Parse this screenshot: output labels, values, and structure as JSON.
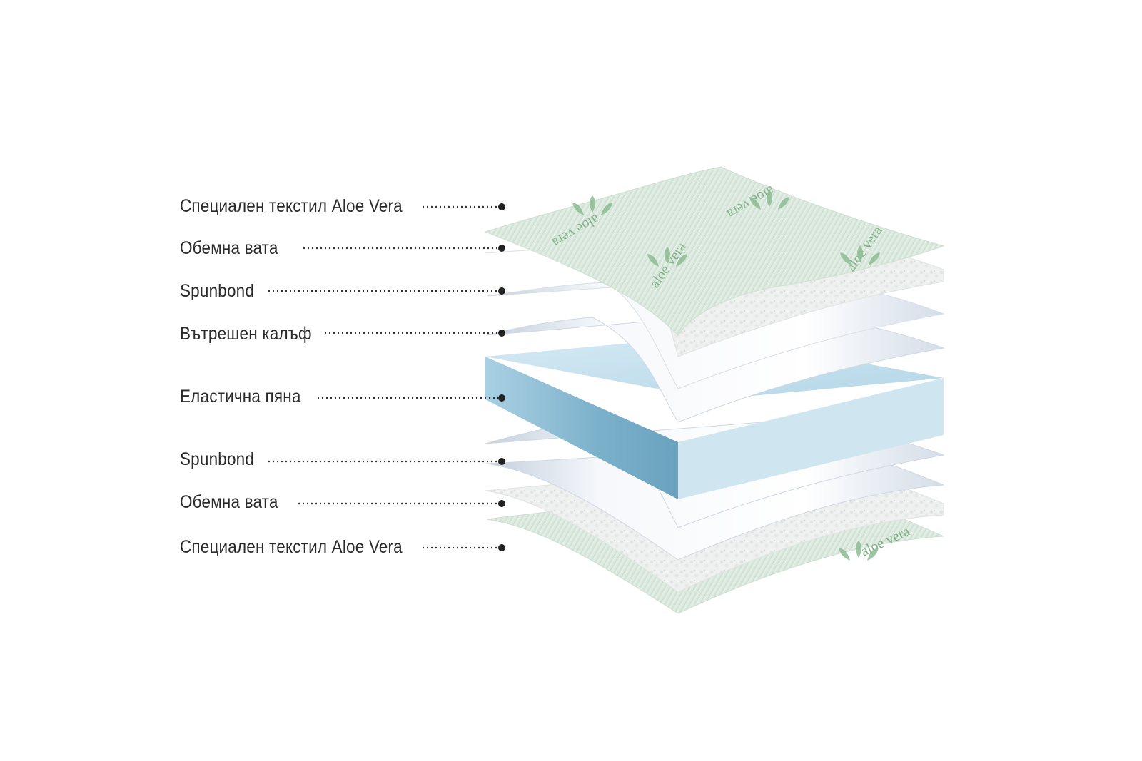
{
  "layers": [
    {
      "label": "Специален текстил Aloe Vera",
      "kind": "aloe-textile",
      "logo": "aloe vera"
    },
    {
      "label": "Обемна вата",
      "kind": "wadding"
    },
    {
      "label": "Spunbond",
      "kind": "spunbond"
    },
    {
      "label": "Вътрешен калъф",
      "kind": "inner-cover"
    },
    {
      "label": "Еластична пяна",
      "kind": "elastic-foam"
    },
    {
      "label": "Spunbond",
      "kind": "spunbond"
    },
    {
      "label": "Обемна вата",
      "kind": "wadding"
    },
    {
      "label": "Специален текстил Aloe Vera",
      "kind": "aloe-textile",
      "logo": "aloe vera"
    }
  ],
  "colors": {
    "aloe_textile": "#d9e8dd",
    "aloe_logo": "#7fae86",
    "wadding": "#eef0ef",
    "spunbond": "#f7f9fc",
    "spunbond_shadow": "#b9c6d6",
    "foam_front": "#7fb3cd",
    "foam_top": "#bcdcec",
    "leader": "#333333"
  }
}
